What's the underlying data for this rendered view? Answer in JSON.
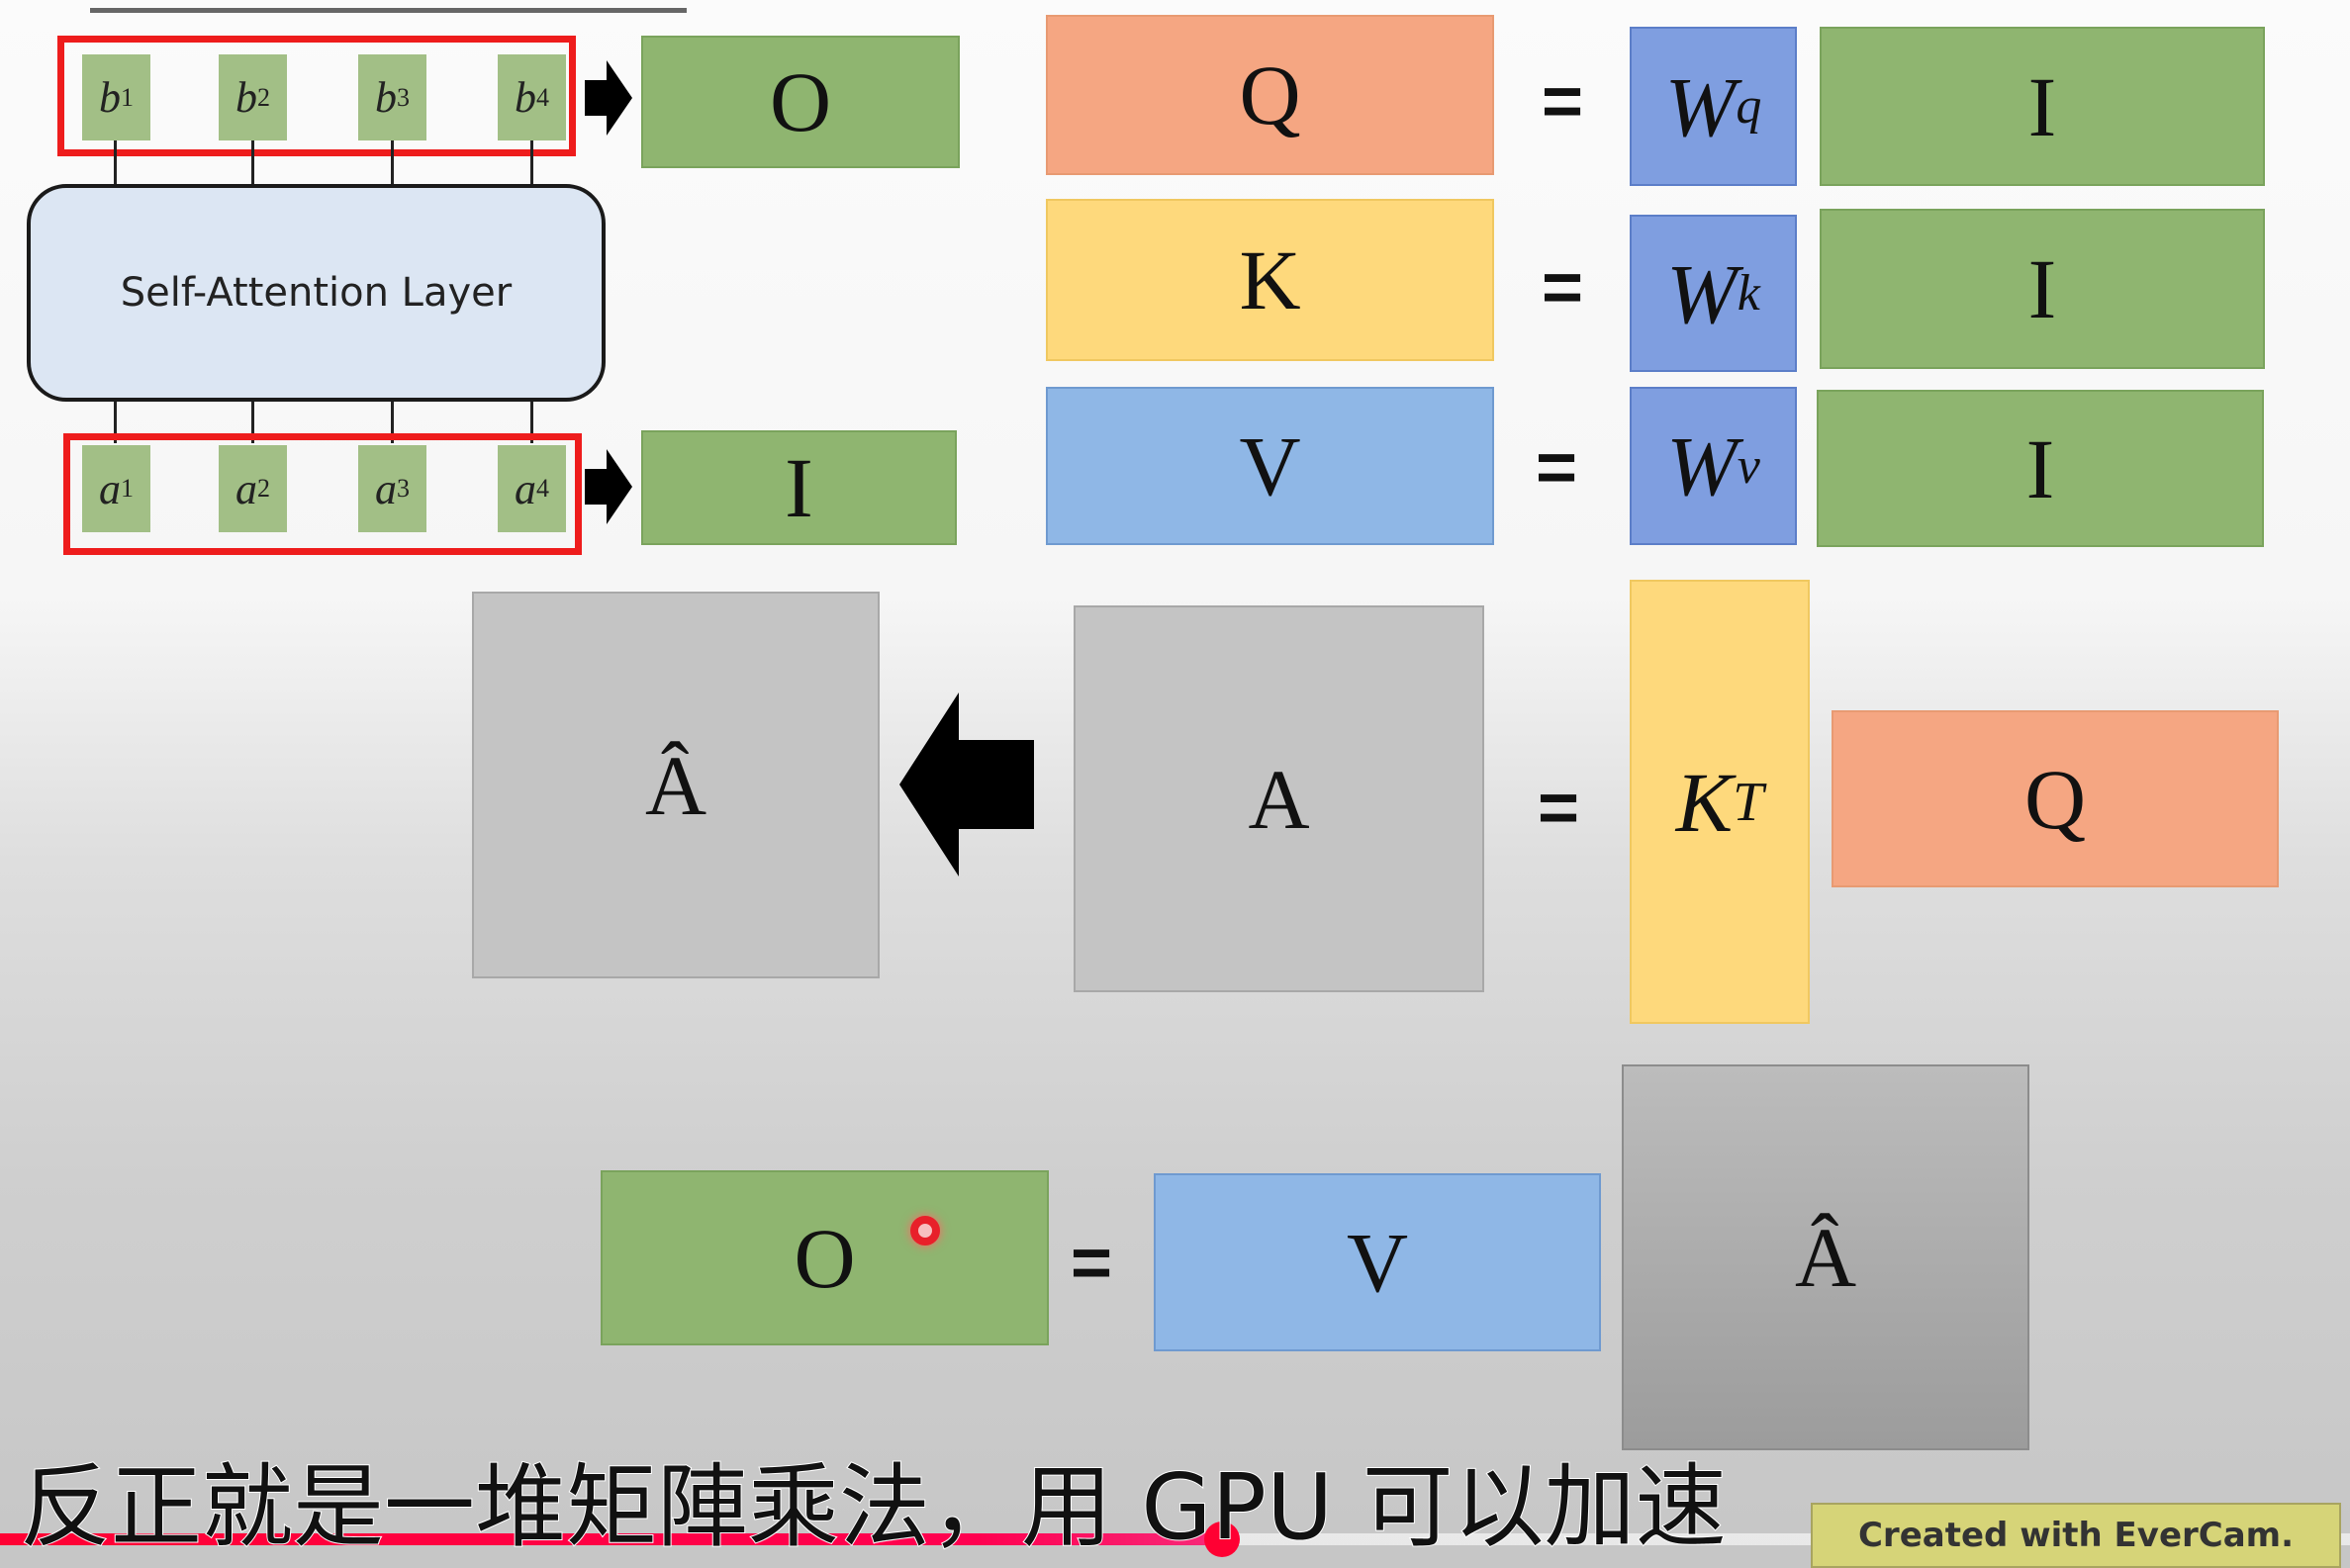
{
  "diagram": {
    "self_attention_label": "Self-Attention Layer",
    "outputs": [
      "b",
      "b",
      "b",
      "b"
    ],
    "inputs": [
      "a",
      "a",
      "a",
      "a"
    ],
    "indices": [
      "1",
      "2",
      "3",
      "4"
    ],
    "O": "O",
    "I": "I",
    "Q": "Q",
    "K": "K",
    "V": "V",
    "A": "A",
    "A_hat": "Â",
    "equals": "=",
    "Wq": "W",
    "Wq_sup": "q",
    "Wk": "W",
    "Wk_sup": "k",
    "Wv": "W",
    "Wv_sup": "v",
    "KT": "K",
    "KT_sup": "T"
  },
  "subtitle": "反正就是一堆矩陣乘法，用 GPU 可以加速",
  "player": {
    "progress_percent": 52,
    "played_color": "#ff0044"
  },
  "watermark": "Created with EverCam."
}
